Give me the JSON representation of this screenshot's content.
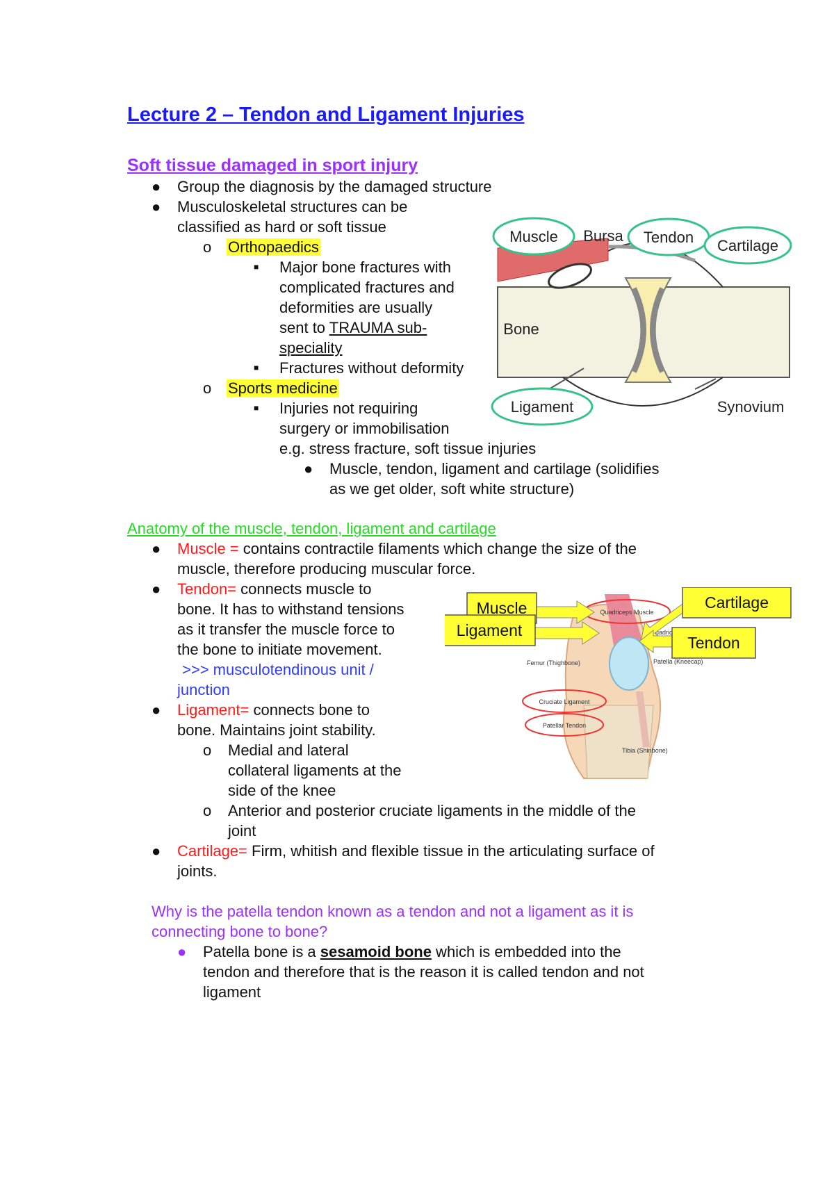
{
  "title": "Lecture 2 – Tendon and Ligament Injuries",
  "section1": {
    "heading": "Soft tissue damaged in sport injury",
    "b1": "Group the diagnosis by the damaged structure",
    "b2a": "Musculoskeletal structures can be",
    "b2b": "classified as hard or soft tissue",
    "ortho": "Orthopaedics",
    "o1a": "Major bone fractures with",
    "o1b": "complicated fractures and",
    "o1c": "deformities are usually",
    "o1d_pre": "sent to ",
    "o1d_ul": "TRAUMA sub-",
    "o1e_ul": "speciality",
    "o2": "Fractures without deformity",
    "sports": "Sports medicine",
    "s1a": "Injuries not requiring",
    "s1b": "surgery or immobilisation",
    "s1c": "e.g. stress fracture, soft tissue injuries",
    "s2a": "Muscle, tendon, ligament and cartilage (solidifies",
    "s2b": "as we get older, soft white structure)"
  },
  "section2": {
    "heading": "Anatomy of the muscle, tendon, ligament and cartilage",
    "muscle_term": "Muscle =",
    "muscle_a": " contains contractile filaments which change the size of the",
    "muscle_b": "muscle, therefore producing muscular force.",
    "tendon_term": "Tendon=",
    "tendon_a": " connects muscle to",
    "tendon_b": "bone. It has to withstand tensions",
    "tendon_c": "as it transfer the muscle force to",
    "tendon_d": "the bone to initiate movement.",
    "mtu_a": ">>> musculotendinous unit /",
    "mtu_b": "junction",
    "lig_term": "Ligament=",
    "lig_a": " connects bone to",
    "lig_b": "bone. Maintains joint stability.",
    "lig1a": "Medial and lateral",
    "lig1b": "collateral ligaments at the",
    "lig1c": "side of the knee",
    "lig2a": "Anterior and posterior cruciate ligaments in the middle of the",
    "lig2b": "joint",
    "cart_term": "Cartilage=",
    "cart_a": " Firm, whitish and flexible tissue in the articulating surface of",
    "cart_b": "joints."
  },
  "section3": {
    "q_a": "Why is the patella tendon known as a tendon and not a ligament as it is",
    "q_b": "connecting bone to bone?",
    "ans_pre": "Patella bone is a ",
    "ans_bold": "sesamoid bone",
    "ans_post": " which is embedded into the",
    "ans_b": "tendon and therefore that is the reason it is called tendon and not",
    "ans_c": "ligament"
  },
  "figure1": {
    "muscle": "Muscle",
    "bursa": "Bursa",
    "tendon": "Tendon",
    "cartilage": "Cartilage",
    "bone": "Bone",
    "ligament": "Ligament",
    "synovium": "Synovium"
  },
  "figure2": {
    "muscle": "Muscle",
    "cartilage": "Cartilage",
    "ligament": "Ligament",
    "tendon": "Tendon",
    "quad_muscle": "Quadriceps Muscle",
    "quad_tendon": "Quadriceps Tendon",
    "femur": "Femur (Thighbone)",
    "patella": "Patella (Kneecap)",
    "cruciate": "Cruciate Ligament",
    "patellar_tendon": "Patellar Tendon",
    "tibia": "Tibia (Shinbone)"
  }
}
